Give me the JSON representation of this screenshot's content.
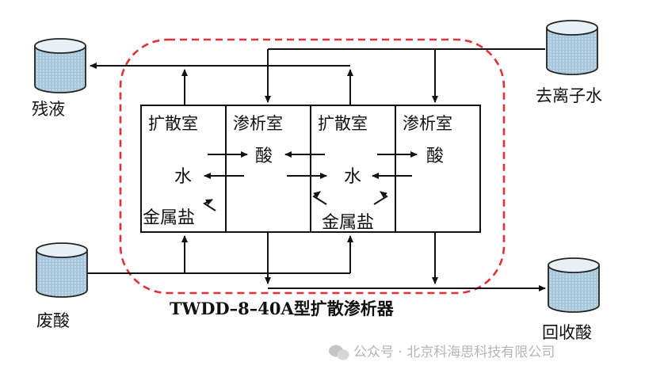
{
  "tanks": {
    "residual": "残液",
    "deionized_water": "去离子水",
    "waste_acid": "废酸",
    "recovered_acid": "回收酸"
  },
  "chambers": [
    "扩散室",
    "渗析室",
    "扩散室",
    "渗析室"
  ],
  "species": {
    "acid": "酸",
    "water": "水",
    "metal_salt": "金属盐"
  },
  "device_title": "TWDD–8–40A型扩散渗析器",
  "watermark": "公众号 · 北京科海思科技有限公司"
}
